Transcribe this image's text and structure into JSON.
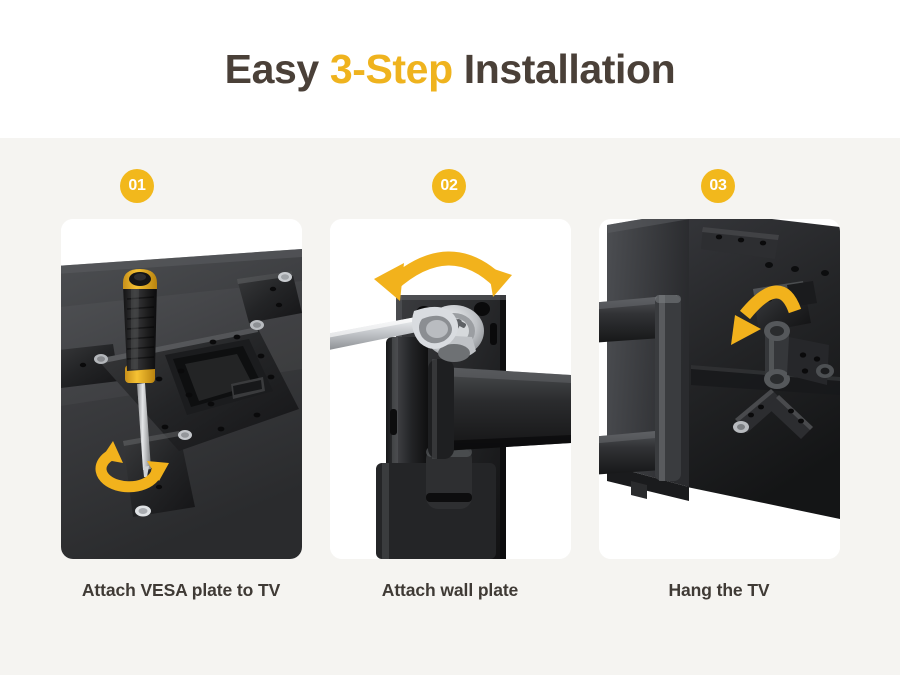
{
  "header": {
    "title_part1": "Easy ",
    "title_accent": "3-Step",
    "title_part2": " Installation"
  },
  "colors": {
    "accent_gold": "#efb31e",
    "badge_yellow": "#f2b81c",
    "title_brown": "#4a4038",
    "caption_gray": "#3f3a35",
    "page_background": "#f5f4f1",
    "header_background": "#ffffff",
    "card_background": "#ffffff",
    "hardware_black": "#2b2b2d",
    "arrow_yellow": "#f2b21c"
  },
  "steps": [
    {
      "badge": "01",
      "caption": "Attach VESA plate to TV",
      "image_name": "vesa-plate-screwdriver-photo",
      "image_alt": "Screwdriver fastening a black VESA plate onto the back of a TV with a yellow circular rotation arrow"
    },
    {
      "badge": "02",
      "caption": "Attach wall plate",
      "image_name": "wall-plate-wrench-photo",
      "image_alt": "Wrench tightening a bolt on the black wall plate bracket with a yellow curved arrow above"
    },
    {
      "badge": "03",
      "caption": "Hang the TV",
      "image_name": "hang-tv-bracket-photo",
      "image_alt": "TV being hung onto the articulating mount arm bracket with a yellow curved arrow"
    }
  ]
}
